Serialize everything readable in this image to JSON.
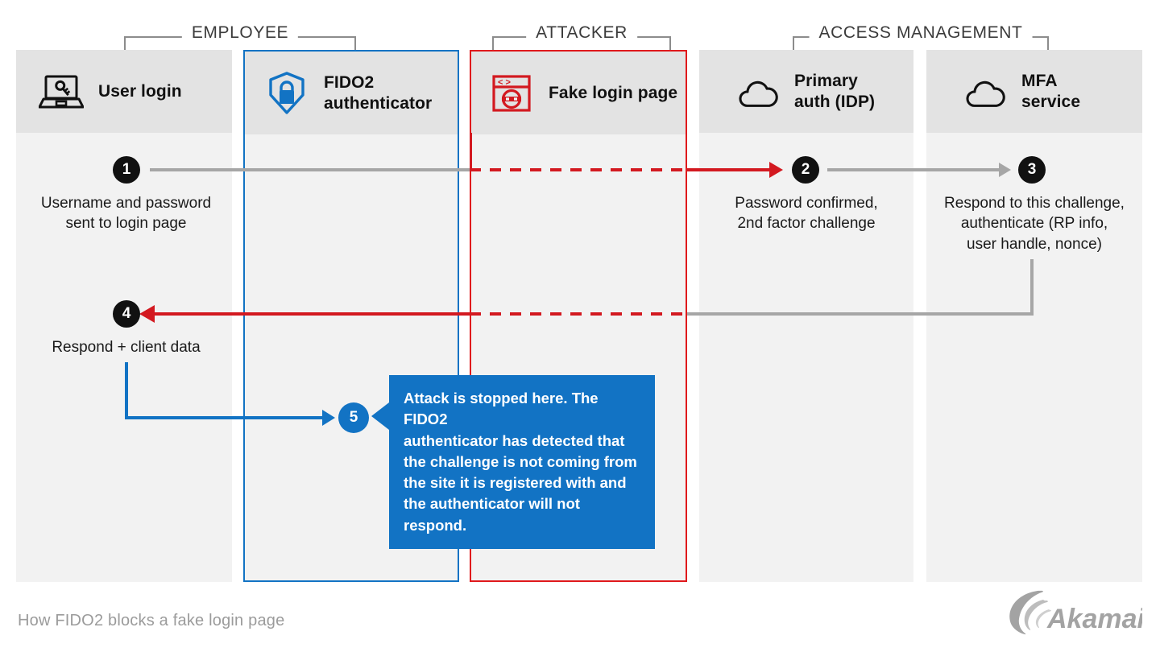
{
  "diagram": {
    "caption": "How FIDO2 blocks a fake login page",
    "brand_logo": "akamai-logo",
    "colors": {
      "blue": "#1273c4",
      "red": "#d31920",
      "red_border": "#e0191c",
      "gray_line": "#a6a6a6",
      "column_bg": "#f2f2f2",
      "header_bg": "#e3e3e3",
      "step_black": "#111111",
      "caption_gray": "#9b9b9b"
    },
    "groups": [
      {
        "label": "EMPLOYEE"
      },
      {
        "label": "ATTACKER"
      },
      {
        "label": "ACCESS MANAGEMENT"
      }
    ],
    "columns": [
      {
        "title": "User login",
        "icon": "laptop-key-icon",
        "border": "none"
      },
      {
        "title": "FIDO2\nauthenticator",
        "title_line1": "FIDO2",
        "title_line2": "authenticator",
        "icon": "shield-lock-icon",
        "border": "blue"
      },
      {
        "title": "Fake login page",
        "icon": "browser-mask-icon",
        "border": "red"
      },
      {
        "title": "Primary\nauth (IDP)",
        "title_line1": "Primary",
        "title_line2": "auth (IDP)",
        "icon": "cloud-icon",
        "border": "none"
      },
      {
        "title": "MFA\nservice",
        "title_line1": "MFA",
        "title_line2": "service",
        "icon": "cloud-icon",
        "border": "none"
      }
    ],
    "steps": [
      {
        "number": "1",
        "text": "Username and password\nsent to login page",
        "line1": "Username and password",
        "line2": "sent to login page",
        "style": "black"
      },
      {
        "number": "2",
        "text": "Password confirmed,\n2nd factor challenge",
        "line1": "Password confirmed,",
        "line2": "2nd factor challenge",
        "style": "black"
      },
      {
        "number": "3",
        "text": "Respond to this challenge,\nauthenticate (RP info,\nuser handle, nonce)",
        "line1": "Respond to this challenge,",
        "line2": "authenticate (RP info,",
        "line3": "user handle, nonce)",
        "style": "black"
      },
      {
        "number": "4",
        "text": "Respond + client data",
        "line1": "Respond + client data",
        "style": "black"
      },
      {
        "number": "5",
        "text": "",
        "style": "blue"
      }
    ],
    "callout": {
      "text": "Attack is stopped here. The FIDO2 authenticator has detected that the challenge is not coming from the site it is registered with and the authenticator will not respond.",
      "lines": [
        "Attack is stopped here. The FIDO2",
        "authenticator has detected that",
        "the challenge is not coming from",
        "the site it is registered with and",
        "the authenticator will not respond."
      ]
    }
  }
}
